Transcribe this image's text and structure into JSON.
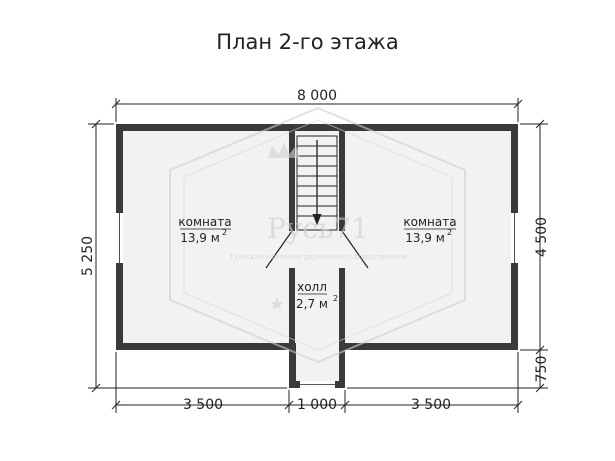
{
  "title": "План 2-го этажа",
  "dimensions": {
    "top": "8 000",
    "left": "5 250",
    "right_main": "4 500",
    "right_bottom": "750",
    "bottom_left": "3 500",
    "bottom_mid": "1 000",
    "bottom_right": "3 500"
  },
  "rooms": {
    "left": {
      "name": "комната",
      "area": "13,9 м",
      "unit_sup": "2"
    },
    "right": {
      "name": "комната",
      "area": "13,9 м",
      "unit_sup": "2"
    },
    "hall": {
      "name": "холл",
      "area": "2,7 м",
      "unit_sup": "2"
    }
  },
  "watermark": {
    "brand": "Русь71",
    "tagline": "Тульская компания деревянного домостроения"
  },
  "colors": {
    "wall": "#3a3a3a",
    "floor": "#f2f2f2",
    "line": "#222222",
    "watermark": "#c8c8c8"
  }
}
